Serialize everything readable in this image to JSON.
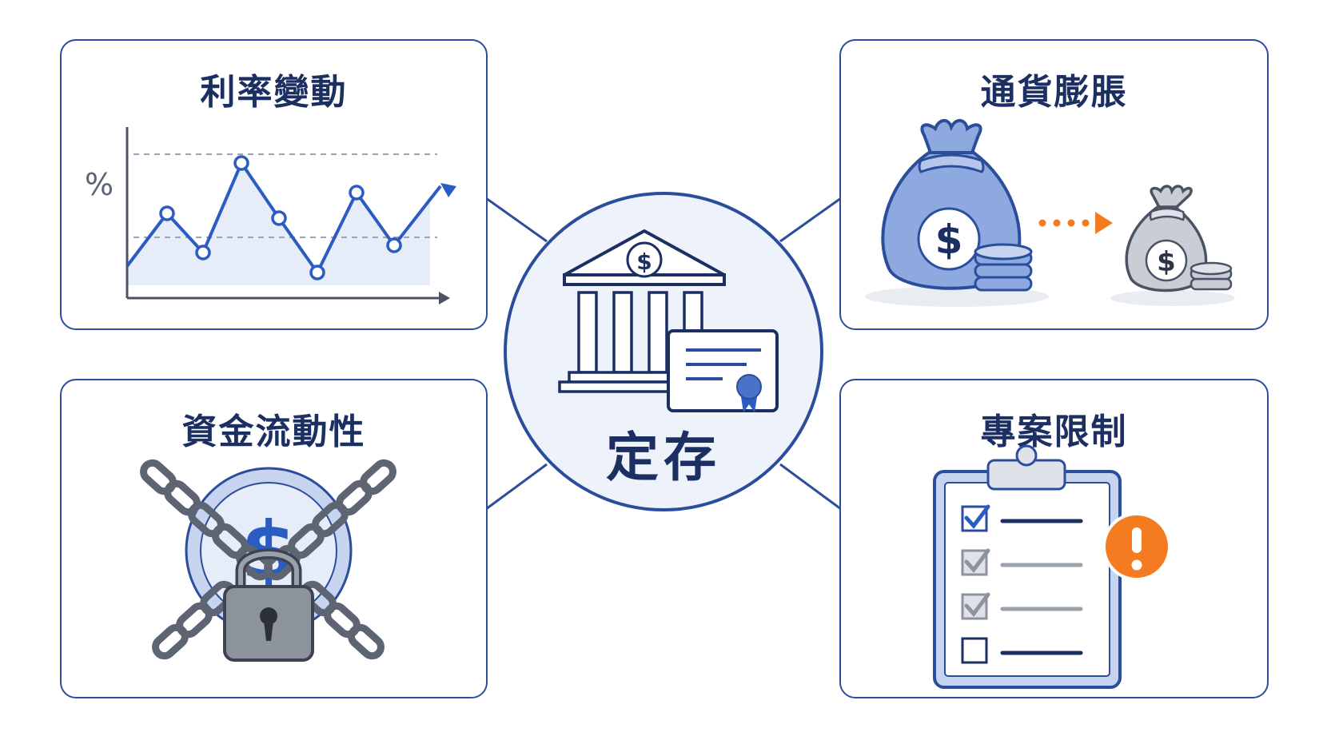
{
  "center": {
    "label": "定存",
    "icon": "bank-certificate-icon"
  },
  "cards": {
    "interest_rate": {
      "title": "利率變動",
      "axis_symbol": "%"
    },
    "inflation": {
      "title": "通貨膨脹"
    },
    "liquidity": {
      "title": "資金流動性"
    },
    "restrictions": {
      "title": "專案限制"
    }
  },
  "colors": {
    "border": "#2b4e9c",
    "navy_text": "#1c2f63",
    "accent_blue": "#2a5cc4",
    "light_blue_fill": "#e6edf9",
    "orange_warning": "#f47b20"
  }
}
